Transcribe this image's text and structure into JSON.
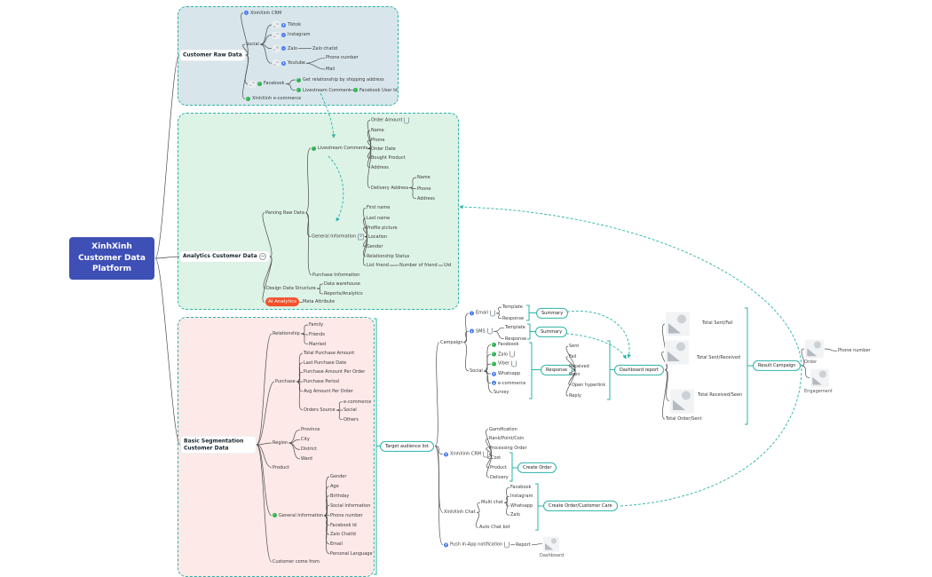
{
  "root": {
    "label": "XinhXinh Customer Data Platform"
  },
  "colors": {
    "accent_teal": "#2AB3A6",
    "raw_fill": "#D8E6EB",
    "analytics_fill": "#DDF3E6",
    "segmentation_fill": "#FCE9E8",
    "root_blue": "#3E4FB5",
    "ai_red": "#F4502A"
  },
  "icons": {
    "blue_marker": "blue-app-icon",
    "green_marker": "green-check-icon",
    "thumb": "platform-thumbnail-icon",
    "attachment": "attachment-icon",
    "collapse": "collapse-minus-icon",
    "external_link": "external-link-icon",
    "image_placeholder": "image-placeholder-icon"
  },
  "raw": {
    "title": "Customer Raw Data",
    "crm": "XinhXinh CRM",
    "social": "Social",
    "tiktok": "Tiktok",
    "instagram": "Instagram",
    "zalo": "Zalo",
    "zalo_chatid": "Zalo chatid",
    "youtube": "Youtube",
    "phone_number": "Phone number",
    "mail": "Mail",
    "facebook": "Facebook",
    "get_rel": "Get relationship by shipping address",
    "livestream_comment": "Livestream Comment",
    "fb_user_id": "Facebook User Id",
    "ecommerce": "XinhXinh e-commerce"
  },
  "analytics": {
    "title": "Analytics Customer Data",
    "parsing": "Parsing Raw Data",
    "livestream_comments": "Livestream Comments",
    "order_amount": "Order Amount",
    "name": "Name",
    "phone": "Phone",
    "order_date": "Order Date",
    "bought_product": "Bought Product",
    "address": "Address",
    "delivery_address": "Delivery Address",
    "da_name": "Name",
    "da_phone": "Phone",
    "da_address": "Address",
    "general_information": "General Information",
    "first_name": "First name",
    "last_name": "Last name",
    "profile_picture": "Profile picture",
    "location": "Location",
    "gender": "Gender",
    "relationship_status": "Relationship Status",
    "list_friend": "List friend",
    "number_of_friend": "Number of friend",
    "uid": "Uid",
    "purchase_information": "Purchase Information",
    "design": "Design Data Structure",
    "warehouse": "Data warehouse",
    "reports": "Reports/Analytics",
    "ai": "AI Analytics",
    "meta": "Meta Attribute"
  },
  "seg": {
    "title": "Basic Segmentation Customer Data",
    "relationship": "Relationship",
    "family": "Family",
    "friends": "Friends",
    "married": "Married",
    "purchase": "Purchase",
    "total_purchase": "Total Purchase Amount",
    "last_purchase": "Last Purchase Date",
    "amount_per_order": "Purchase Amount Per Order",
    "purchase_period": "Purchase Period",
    "avg_amount": "Avg Amount Per Order",
    "orders_source": "Orders Source",
    "os_ecom": "e-commerce",
    "os_social": "Social",
    "os_others": "Others",
    "region": "Region",
    "province": "Province",
    "city": "City",
    "district": "District",
    "ward": "Ward",
    "product": "Product",
    "general_information": "General Information",
    "gender": "Gender",
    "age": "Age",
    "birthday": "Birthday",
    "social_info": "Social Information",
    "phone_number": "Phone number",
    "facebook_id": "Facebook Id",
    "zalo_chatid": "Zalo ChatId",
    "email": "Email",
    "personal_language": "Personal Language",
    "come_from": "Customer come from"
  },
  "target": {
    "box": "Target audience list",
    "campaign": "Campaign",
    "email": "Email",
    "template": "Template",
    "response": "Response",
    "summary": "Summary",
    "sms": "SMS",
    "sms_template": "Template",
    "sms_response": "Response",
    "sms_summary": "Summary",
    "social": "Social",
    "facebook": "Facebook",
    "zalo": "Zalo",
    "viber": "Viber",
    "whatsapp": "Whatsapp",
    "ecommerce": "e-commerce",
    "survey": "Survey",
    "response_box": "Response",
    "sent": "Sent",
    "fail": "Fail",
    "received": "Received",
    "seen": "Seen",
    "open_hyperlink": "Open hyperlink",
    "reply": "Reply",
    "dashboard_report": "Dashboard report",
    "total_sent_fail": "Total Sent/Fail",
    "total_sent_received": "Total Sent/Received",
    "total_received_seen": "Total Received/Seen",
    "total_order_sent": "Total Order/Sent",
    "result_campaign": "Result Campaign",
    "order": "Order",
    "phone_number": "Phone number",
    "engagement": "Engagement",
    "crm": "XinhXinh CRM",
    "gamification": "Gamification",
    "rank": "Rank/Point/Coin",
    "processing_order": "Processing Order",
    "cost": "Cost",
    "product": "Product",
    "delivery": "Delivery",
    "create_order": "Create Order",
    "chat": "XinhXinh Chat",
    "multi_chat": "Multi chat",
    "mc_facebook": "Facebook",
    "mc_instagram": "Instagram",
    "mc_whatsapp": "Whatsapp",
    "mc_zalo": "Zalo",
    "create_order_cc": "Create Order/Customer Care",
    "auto_chat": "Auto Chat bot",
    "push": "Push In-App notification",
    "report": "Report",
    "dashboard": "Dashboard"
  }
}
